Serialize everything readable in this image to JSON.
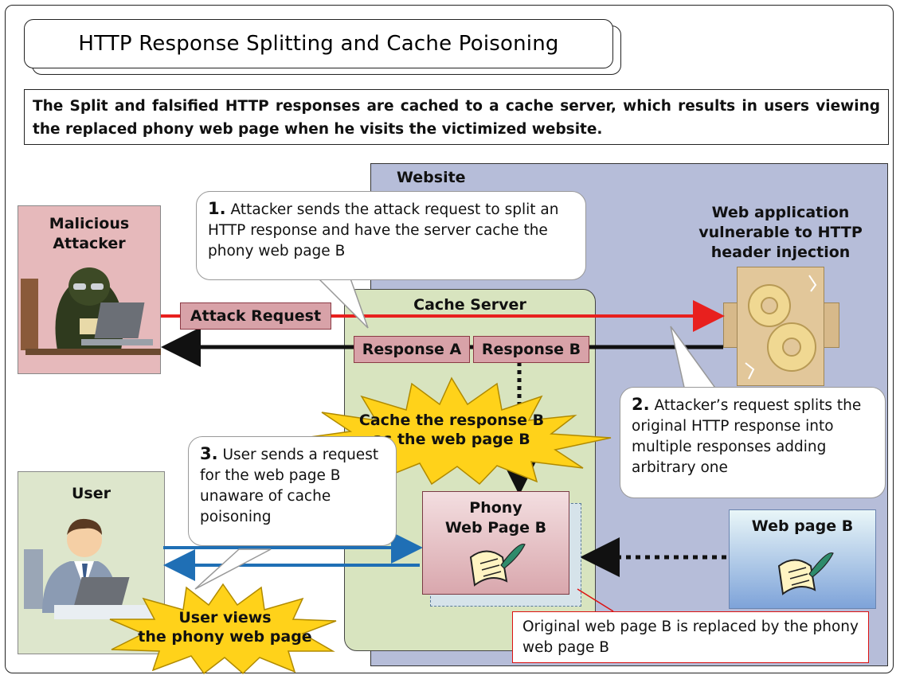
{
  "title": "HTTP Response Splitting and Cache Poisoning",
  "description": "The Split and falsified HTTP responses are cached to a cache server, which results in users viewing the replaced phony web page when he visits the victimized website.",
  "website_label": "Website",
  "attacker": {
    "line1": "Malicious",
    "line2": "Attacker"
  },
  "user_label": "User",
  "webapp": {
    "line1": "Web application",
    "line2": "vulnerable to HTTP",
    "line3": "header injection"
  },
  "cache_server_label": "Cache Server",
  "attack_request_label": "Attack Request",
  "response_a_label": "Response A",
  "response_b_label": "Response B",
  "phony_page": {
    "line1": "Phony",
    "line2": "Web Page B"
  },
  "web_page_b_label": "Web page B",
  "callout1": {
    "num": "1.",
    "text": "Attacker sends the attack request to split an HTTP response and have the server cache the phony web page B"
  },
  "callout2": {
    "num": "2.",
    "text": "Attacker’s request splits the original HTTP response into multiple responses adding arbitrary one"
  },
  "callout3": {
    "num": "3.",
    "text": "User sends a request for the web page B unaware of cache poisoning"
  },
  "star_cache": {
    "line1": "Cache the response B",
    "line2": "as the web page B"
  },
  "star_user": {
    "line1": "User views",
    "line2": "the phony web page"
  },
  "replace_note": "Original web page B is replaced by the phony web page B",
  "colors": {
    "website_bg": "#b6bdd9",
    "cache_bg": "#d8e4bf",
    "attacker_bg": "#e6b9bb",
    "user_bg": "#dde6cc",
    "attack_arrow": "#e8201e",
    "response_arrow": "#111111",
    "user_arrow": "#1f6fb5",
    "starburst": "#ffd21a"
  }
}
